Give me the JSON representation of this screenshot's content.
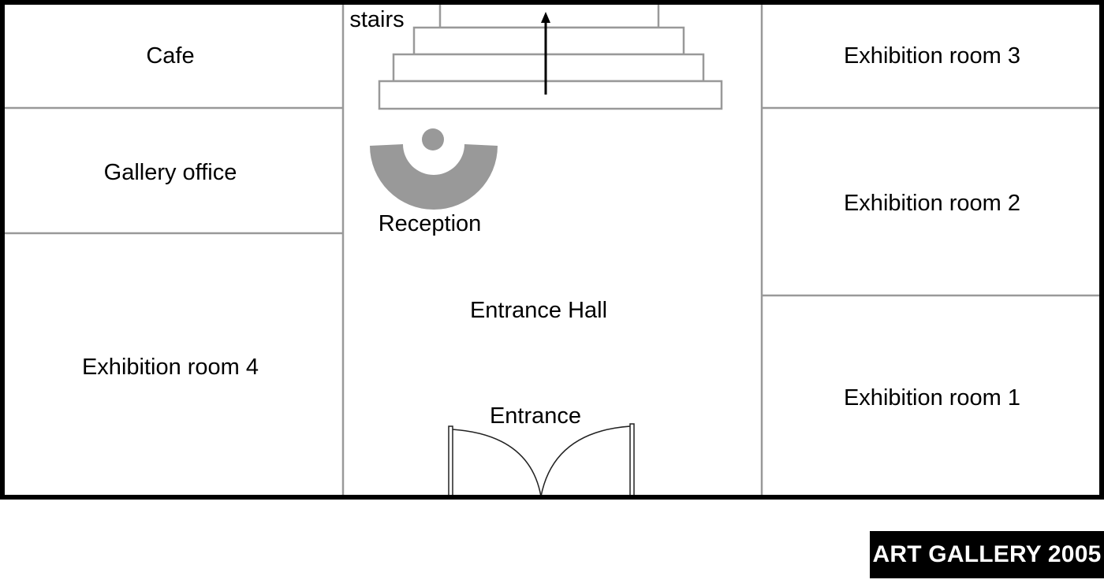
{
  "plan": {
    "rooms": {
      "cafe": "Cafe",
      "gallery_office": "Gallery office",
      "exhibition_room_4": "Exhibition room 4",
      "exhibition_room_3": "Exhibition room 3",
      "exhibition_room_2": "Exhibition room 2",
      "exhibition_room_1": "Exhibition room 1"
    },
    "hall": {
      "stairs": "stairs",
      "reception": "Reception",
      "entrance_hall": "Entrance Hall",
      "entrance": "Entrance"
    },
    "colors": {
      "wall": "#999999",
      "outline": "#000000",
      "reception_desk": "#999999"
    },
    "icons": {
      "stairs_arrow": "arrow-up-icon",
      "reception_desk": "reception-desk-icon",
      "door": "double-door-icon"
    }
  },
  "badge": {
    "text": "ART GALLERY 2005"
  }
}
